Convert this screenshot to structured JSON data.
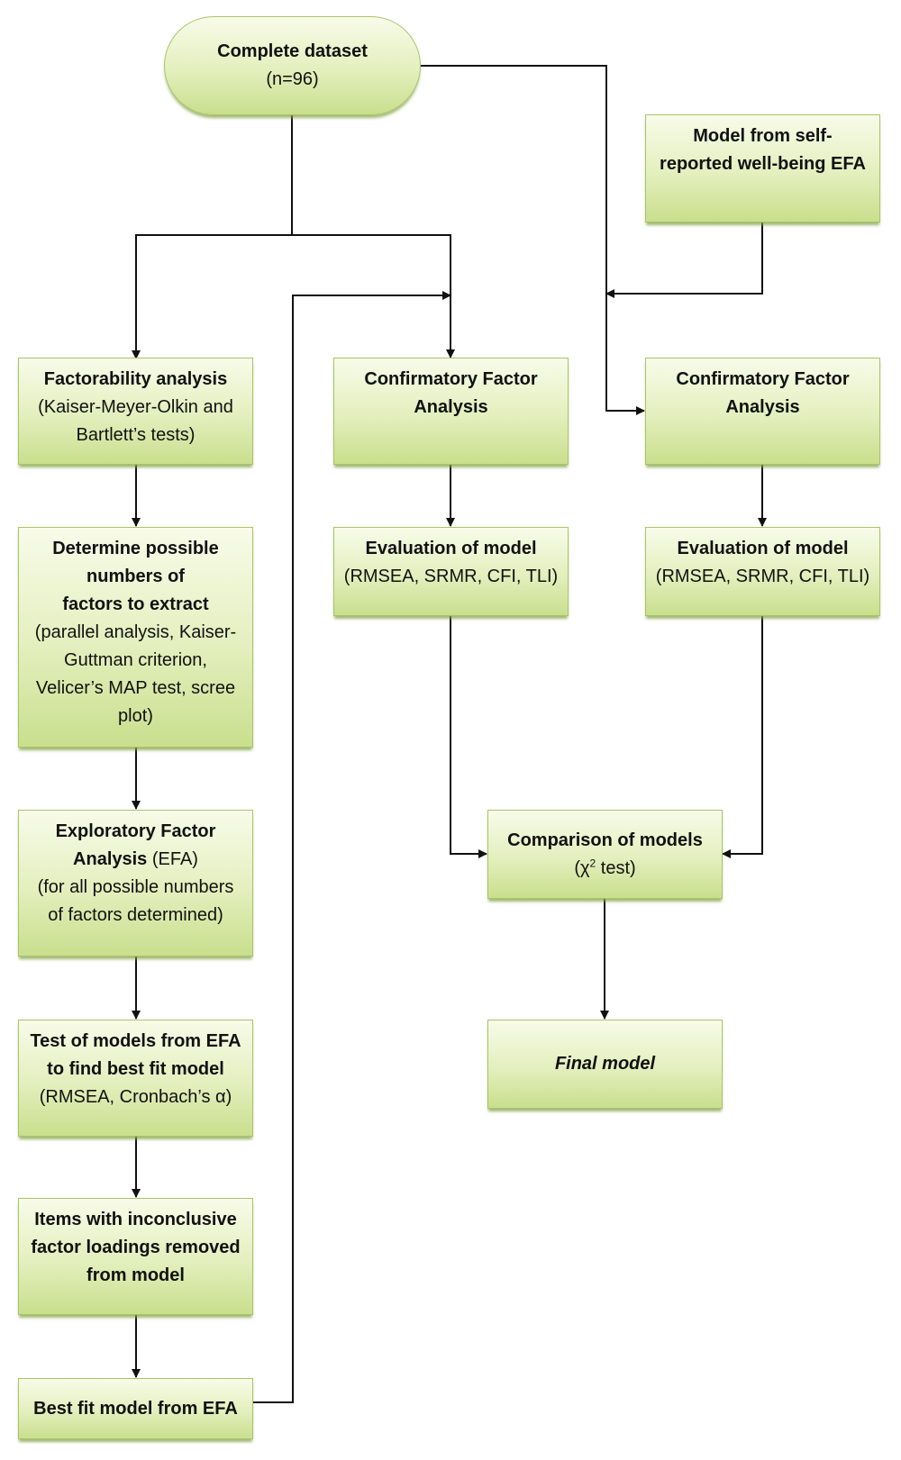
{
  "nodes": {
    "complete_dataset": {
      "title": "Complete dataset",
      "sub": "(n=96)"
    },
    "model_self_reported": {
      "line1": "Model from self-",
      "line2": "reported well-being EFA"
    },
    "factorability": {
      "title": "Factorability analysis",
      "line2": "(Kaiser-Meyer-Olkin and",
      "line3": "Bartlett’s tests)"
    },
    "determine": {
      "b1": "Determine possible",
      "b2": "numbers of",
      "b3": "factors to extract",
      "n1": "(parallel analysis, Kaiser-",
      "n2": "Guttman criterion,",
      "n3": "Velicer’s MAP test, scree",
      "n4": "plot)"
    },
    "efa": {
      "b1": "Exploratory Factor",
      "b2": "Analysis",
      "n2": " (EFA)",
      "n3": "(for all possible numbers",
      "n4": "of factors determined)"
    },
    "test_models": {
      "b1": "Test of models from EFA",
      "b2": "to find best fit model",
      "n3": "(RMSEA, Cronbach’s α)"
    },
    "items_removed": {
      "b1": "Items with inconclusive",
      "b2": "factor loadings removed",
      "b3": "from model"
    },
    "best_fit": {
      "title": "Best fit model from EFA"
    },
    "cfa_middle": {
      "line1": "Confirmatory Factor",
      "line2": "Analysis"
    },
    "cfa_right": {
      "line1": "Confirmatory Factor",
      "line2": "Analysis"
    },
    "eval_middle": {
      "title": "Evaluation of model",
      "sub": "(RMSEA, SRMR, CFI, TLI)"
    },
    "eval_right": {
      "title": "Evaluation of model",
      "sub": "(RMSEA, SRMR, CFI, TLI)"
    },
    "comparison": {
      "title": "Comparison of models",
      "sub_pre": "(χ",
      "sup": "2",
      "sub_post": " test)"
    },
    "final": {
      "title": "Final model"
    }
  },
  "colors": {
    "box_top": "#f8fbe9",
    "box_bottom": "#c9df8d",
    "box_border": "#a8c46a",
    "connector": "#111111"
  }
}
